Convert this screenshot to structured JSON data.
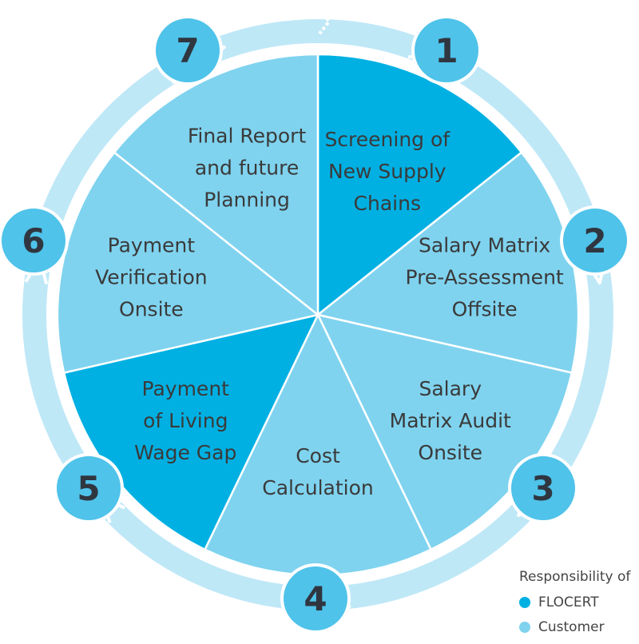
{
  "colors": {
    "flocert": "#00b0e3",
    "customer": "#7fd3ef",
    "ring": "#bfe8f7",
    "ring_arrow": "#d9f2fb",
    "badge": "#4fc3ea",
    "number": "#2f3640",
    "label": "#3a3a3a"
  },
  "steps": [
    {
      "number": "1",
      "lines": [
        "Screening of",
        "New Supply",
        "Chains"
      ],
      "responsibility": "flocert"
    },
    {
      "number": "2",
      "lines": [
        "Salary Matrix",
        "Pre-Assessment",
        "Offsite"
      ],
      "responsibility": "customer"
    },
    {
      "number": "3",
      "lines": [
        "Salary",
        "Matrix Audit",
        "Onsite"
      ],
      "responsibility": "customer"
    },
    {
      "number": "4",
      "lines": [
        "Cost",
        "Calculation"
      ],
      "responsibility": "customer"
    },
    {
      "number": "5",
      "lines": [
        "Payment",
        "of Living",
        "Wage Gap"
      ],
      "responsibility": "flocert"
    },
    {
      "number": "6",
      "lines": [
        "Payment",
        "Verification",
        "Onsite"
      ],
      "responsibility": "customer"
    },
    {
      "number": "7",
      "lines": [
        "Final Report",
        "and future",
        "Planning"
      ],
      "responsibility": "customer"
    }
  ],
  "legend": {
    "title": "Responsibility of",
    "items": [
      {
        "key": "flocert",
        "label": "FLOCERT"
      },
      {
        "key": "customer",
        "label": "Customer"
      }
    ]
  }
}
